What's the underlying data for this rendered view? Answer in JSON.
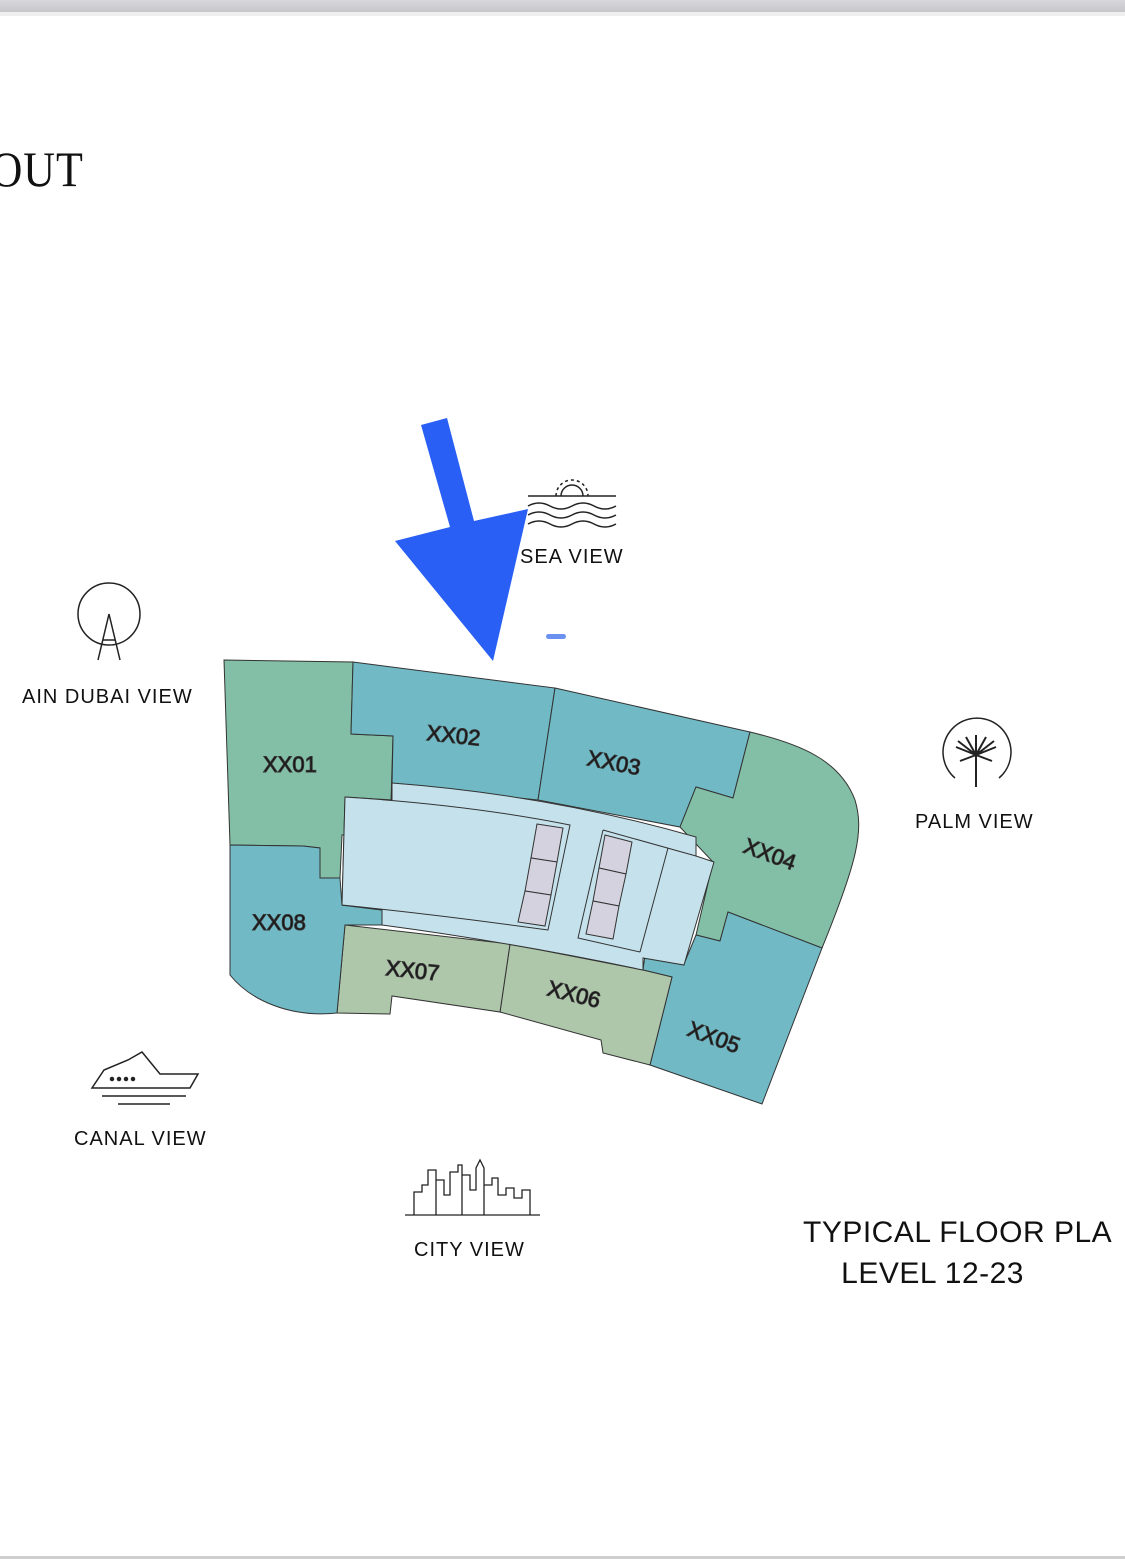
{
  "header": {
    "title": "YOUT"
  },
  "views": {
    "sea": "SEA VIEW",
    "ain_dubai": "AIN DUBAI VIEW",
    "palm": "PALM VIEW",
    "canal": "CANAL VIEW",
    "city": "CITY VIEW"
  },
  "units": [
    "XX01",
    "XX02",
    "XX03",
    "XX04",
    "XX05",
    "XX06",
    "XX07",
    "XX08"
  ],
  "plan": {
    "title_line1": "TYPICAL FLOOR PLA",
    "title_line2": "LEVEL 12-23"
  },
  "colors": {
    "green": "#83bfa6",
    "teal": "#70b9c5",
    "sage": "#aec6aa",
    "core": "#c5e2ec",
    "lift": "#d3d2de",
    "arrow": "#2a5ff5"
  }
}
